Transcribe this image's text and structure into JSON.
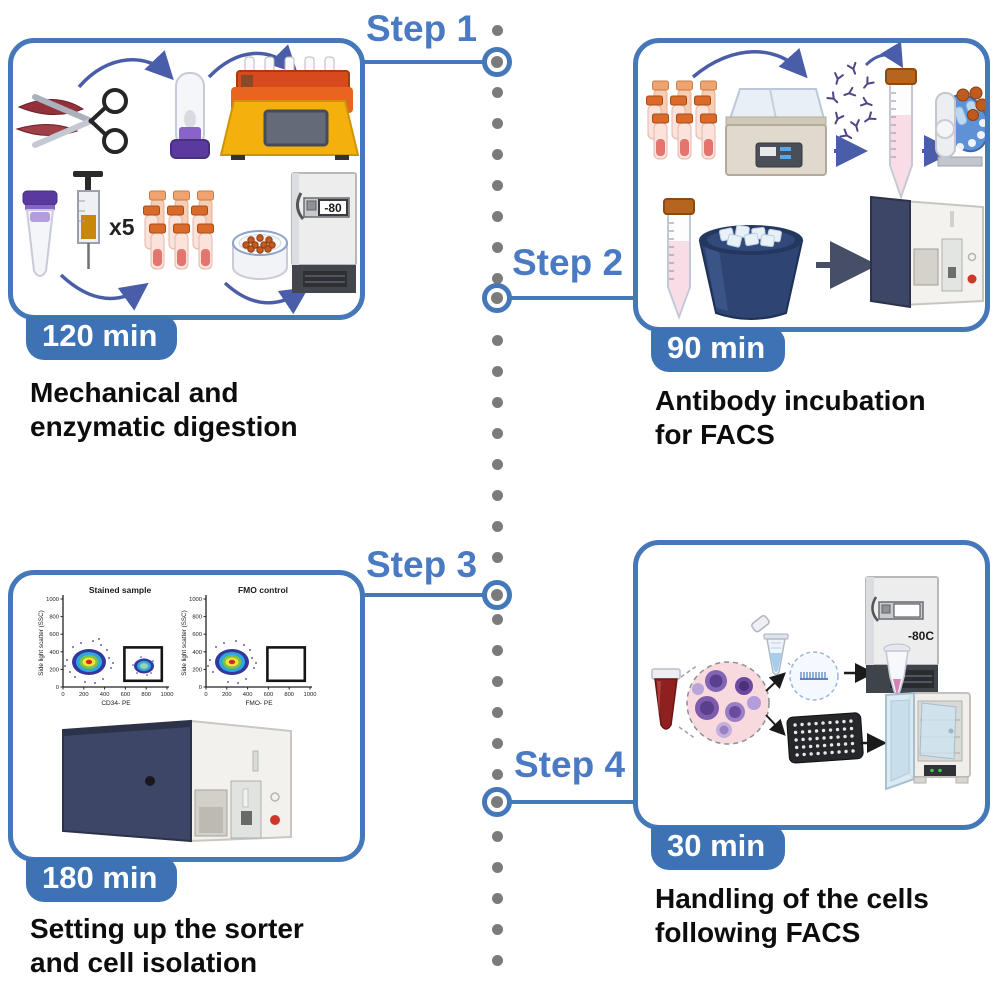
{
  "colors": {
    "panel_border": "#4578b8",
    "step_label": "#4a7ac4",
    "badge_bg": "#3d73b5",
    "badge_text": "#ffffff",
    "caption_text": "#0d0d0d",
    "timeline_dot": "#7b7b7b",
    "arrow_indigo": "#4a5da8",
    "arrow_dark": "#474f66"
  },
  "steps": [
    {
      "label": "Step 1",
      "duration": "120 min",
      "caption": [
        "Mechanical and",
        "enzymatic digestion"
      ],
      "icons": [
        "muscle-tissue",
        "scissors",
        "dissociation-tube",
        "tissue-dissociator",
        "microcentrifuge-tube",
        "syringe",
        "cryovial-rack",
        "cryobox",
        "ultralow-freezer"
      ],
      "annotations": {
        "syringe_count": "x5",
        "freezer_display": "-80"
      }
    },
    {
      "label": "Step 2",
      "duration": "90 min",
      "caption": [
        "Antibody incubation",
        "for FACS"
      ],
      "icons": [
        "cryovial-rack",
        "water-bath",
        "antibodies",
        "conical-tube",
        "tube-rotator",
        "conical-tube",
        "ice-bucket",
        "flow-cytometer"
      ]
    },
    {
      "label": "Step 3",
      "duration": "180 min",
      "caption": [
        "Setting up the sorter",
        "and cell isolation"
      ],
      "icons": [
        "facs-plot-stained",
        "facs-plot-fmo",
        "cell-sorter"
      ]
    },
    {
      "label": "Step 4",
      "duration": "30 min",
      "caption": [
        "Handling of the cells",
        "following FACS"
      ],
      "icons": [
        "blood-microtube",
        "sorted-cells",
        "open-microtube",
        "magnified-sample",
        "ultralow-freezer",
        "well-plate-96",
        "incubator"
      ],
      "annotations": {
        "freezer_display": "-80C"
      }
    }
  ],
  "chart_data": [
    {
      "type": "scatter",
      "title": "Stained sample",
      "xlabel": "CD34- PE",
      "ylabel": "Side light scatter (SSC)",
      "xlim": [
        0,
        1000
      ],
      "ylim": [
        0,
        1000
      ],
      "xticks": [
        0,
        200,
        400,
        600,
        800,
        1000
      ],
      "yticks": [
        0,
        200,
        400,
        600,
        800,
        1000
      ],
      "populations": [
        {
          "name": "main population",
          "center_x": 250,
          "center_y": 250,
          "density": "high, rainbow core"
        },
        {
          "name": "CD34+ gated population",
          "center_x": 780,
          "center_y": 250,
          "density": "medium, green core"
        }
      ],
      "gate": {
        "x1": 590,
        "y1": 70,
        "x2": 950,
        "y2": 450
      }
    },
    {
      "type": "scatter",
      "title": "FMO control",
      "xlabel": "FMO- PE",
      "ylabel": "Side light scatter (SSC)",
      "xlim": [
        0,
        1000
      ],
      "ylim": [
        0,
        1000
      ],
      "xticks": [
        0,
        200,
        400,
        600,
        800,
        1000
      ],
      "yticks": [
        0,
        200,
        400,
        600,
        800,
        1000
      ],
      "populations": [
        {
          "name": "main population",
          "center_x": 250,
          "center_y": 250,
          "density": "high, rainbow core"
        }
      ],
      "gate": {
        "x1": 590,
        "y1": 70,
        "x2": 950,
        "y2": 450
      }
    }
  ]
}
